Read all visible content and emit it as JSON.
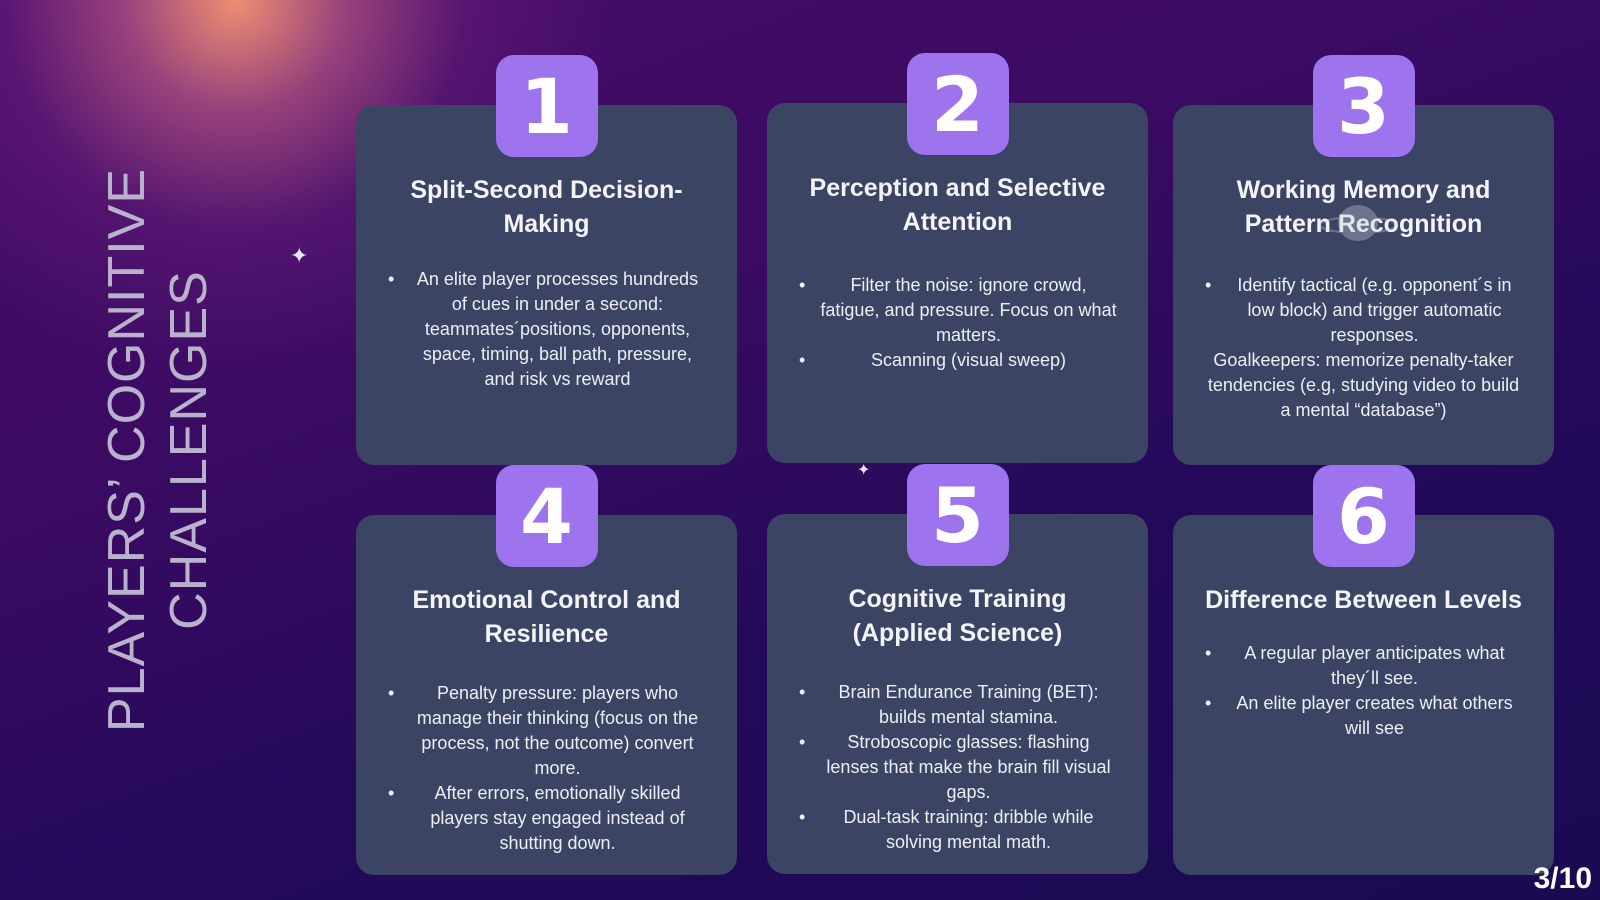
{
  "slide": {
    "title_line1": "PLAYERS’ COGNITIVE",
    "title_line2": "CHALLENGES",
    "page_number": "3/10"
  },
  "cards": [
    {
      "number": "1",
      "title": "Split-Second Decision-Making",
      "bullets": [
        "An elite player processes hundreds of cues in under a second: teammates´positions, opponents, space, timing, ball path, pressure, and risk vs reward"
      ],
      "extra": ""
    },
    {
      "number": "2",
      "title": "Perception and Selective Attention",
      "bullets": [
        "Filter the noise: ignore crowd, fatigue, and pressure. Focus on what matters.",
        "Scanning  (visual sweep)"
      ],
      "extra": ""
    },
    {
      "number": "3",
      "title": "Working Memory and Pattern Recognition",
      "bullets": [
        "Identify tactical  (e.g. opponent´s in low block) and trigger automatic responses."
      ],
      "extra": "Goalkeepers: memorize penalty-taker tendencies (e.g, studying video to build a mental “database”)"
    },
    {
      "number": "4",
      "title": "Emotional Control and Resilience",
      "bullets": [
        "Penalty pressure: players who manage their thinking (focus on the process, not the outcome) convert more.",
        "After errors, emotionally skilled players stay engaged instead of shutting down."
      ],
      "extra": ""
    },
    {
      "number": "5",
      "title": "Cognitive Training (Applied Science)",
      "bullets": [
        "Brain Endurance Training (BET): builds mental stamina.",
        "Stroboscopic glasses: flashing lenses that make the brain fill visual gaps.",
        "Dual-task training: dribble while solving mental math."
      ],
      "extra": ""
    },
    {
      "number": "6",
      "title": "Difference Between Levels",
      "bullets": [
        "A regular player anticipates what they´ll see.",
        "An elite player creates what others will see"
      ],
      "extra": ""
    }
  ],
  "colors": {
    "card": "#3b4463",
    "badge": "#9d73ee",
    "title_text": "#b9b2cc"
  }
}
